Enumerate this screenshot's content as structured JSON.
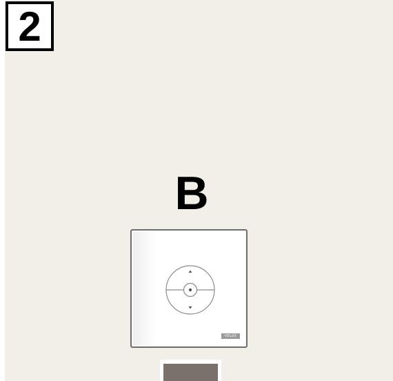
{
  "step": {
    "number": "2"
  },
  "variant": {
    "letter": "B"
  },
  "switch": {
    "brand": "VELUX",
    "buttons": [
      "up-arrow",
      "stop-button",
      "down-arrow"
    ]
  },
  "colors": {
    "background": "#f2efe8",
    "frame": "#000000",
    "plate_border": "#6d6d6d",
    "dark_block": "#7b716b"
  }
}
